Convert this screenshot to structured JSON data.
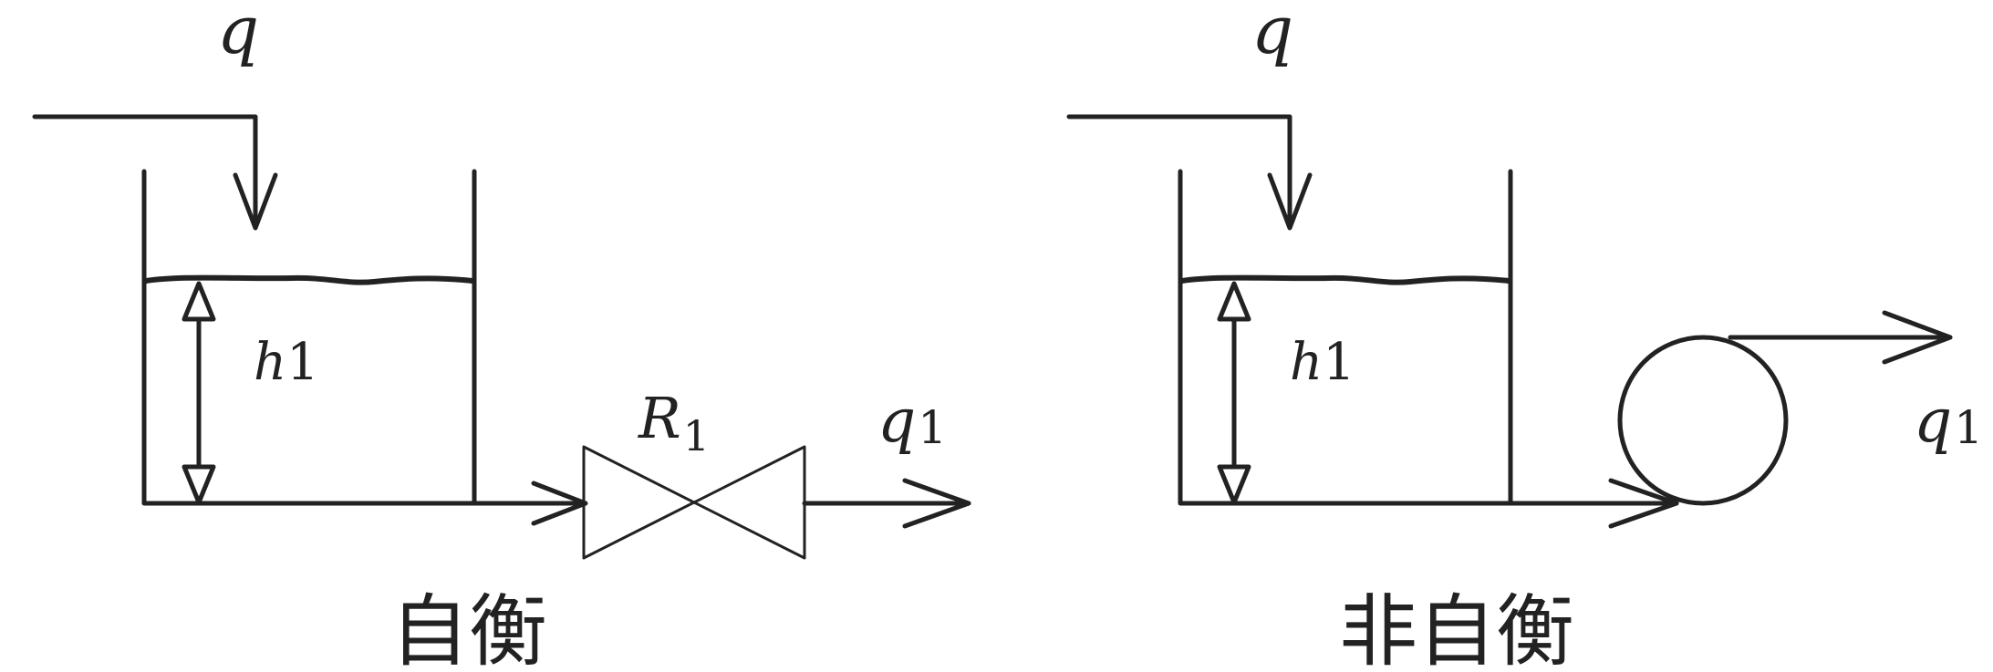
{
  "left_panel": {
    "inflow_label": "q",
    "level_var": "h",
    "level_sub": "1",
    "resistor_var": "R",
    "resistor_sub": "1",
    "outflow_var": "q",
    "outflow_sub": "1",
    "caption": "自衡"
  },
  "right_panel": {
    "inflow_label": "q",
    "level_var": "h",
    "level_sub": "1",
    "outflow_var": "q",
    "outflow_sub": "1",
    "caption": "非自衡"
  }
}
